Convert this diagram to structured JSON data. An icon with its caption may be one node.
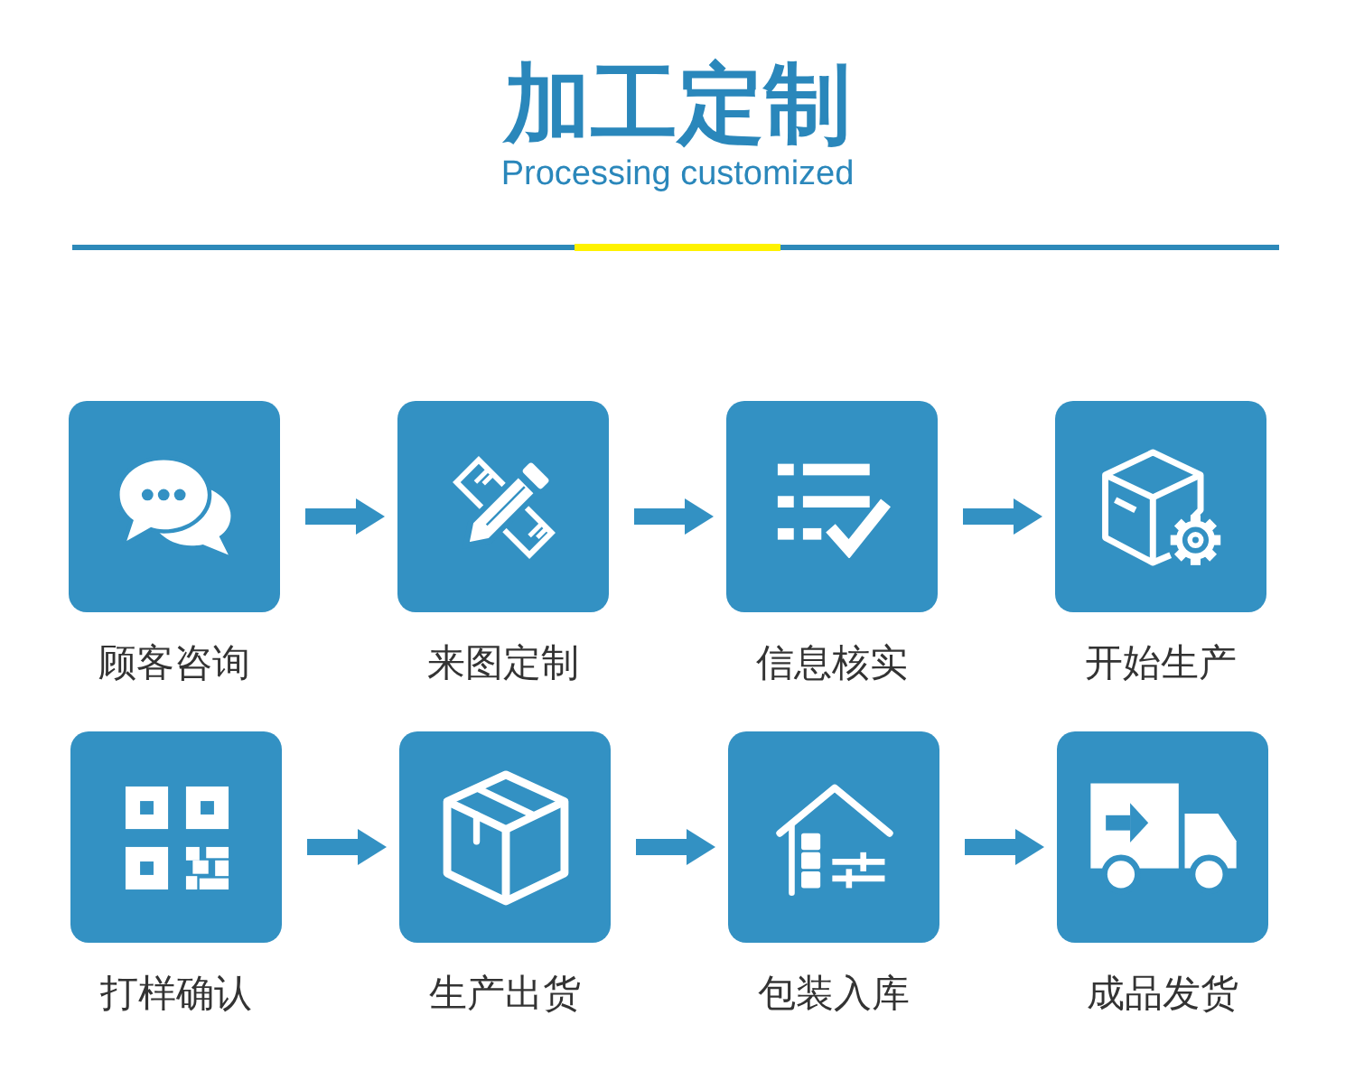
{
  "diagram": {
    "title": "加工定制",
    "nodes": [
      {
        "text": [
          "顾客咨询"
        ]
      },
      {
        "text": [
          "来图定制"
        ]
      },
      {
        "text": [
          "信息核实"
        ]
      },
      {
        "text": [
          "开始生产"
        ]
      },
      {
        "text": [
          "打样确认"
        ]
      },
      {
        "text": [
          "生产出货"
        ]
      },
      {
        "text": [
          "包装入库"
        ]
      },
      {
        "text": [
          "成品发货"
        ]
      }
    ],
    "edges": [
      {
        "from": 0,
        "to": 1,
        "arrow": "to"
      },
      {
        "from": 1,
        "to": 2,
        "arrow": "to"
      },
      {
        "from": 2,
        "to": 3,
        "arrow": "to"
      },
      {
        "from": 4,
        "to": 5,
        "arrow": "to"
      },
      {
        "from": 5,
        "to": 6,
        "arrow": "to"
      },
      {
        "from": 6,
        "to": 7,
        "arrow": "to"
      }
    ],
    "labels": [
      "Processing customized"
    ]
  }
}
